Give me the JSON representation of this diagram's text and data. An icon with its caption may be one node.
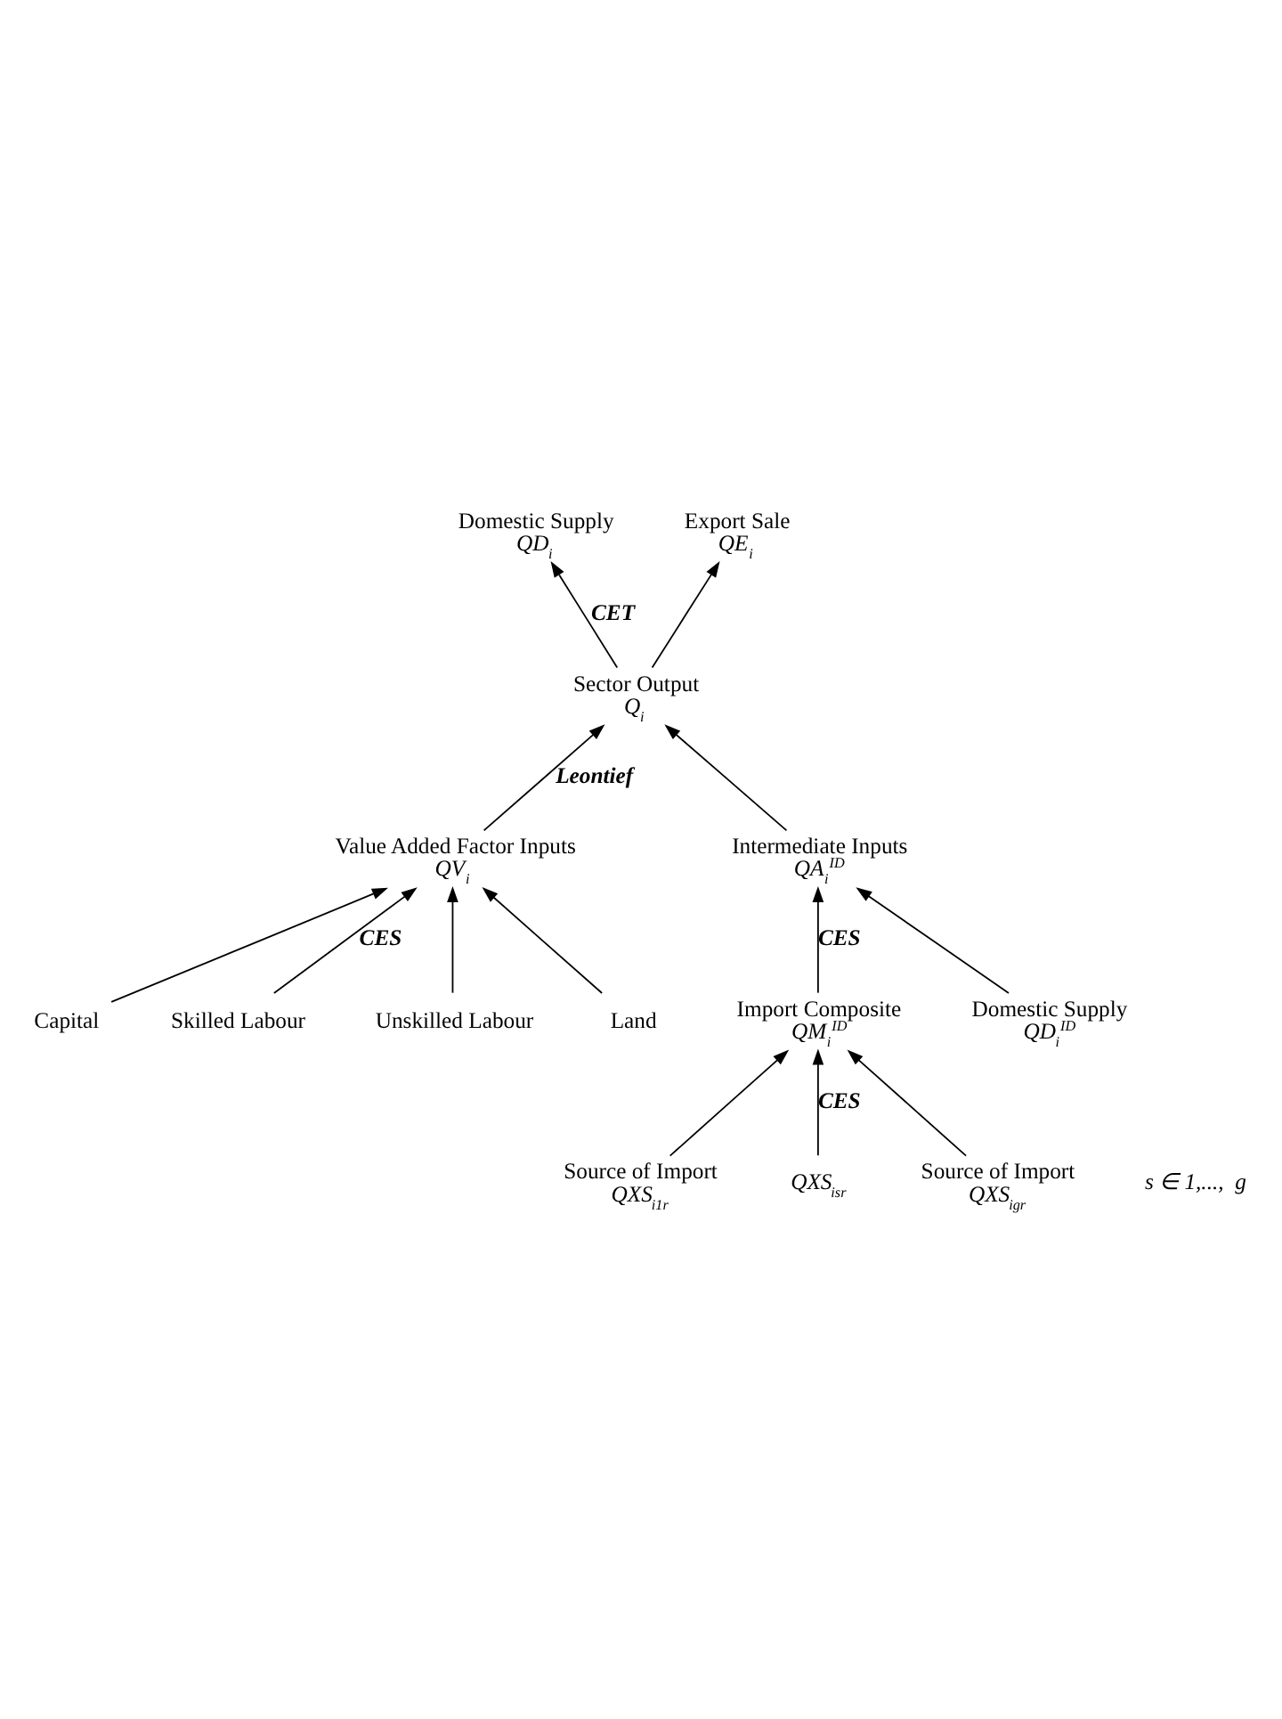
{
  "diagram": {
    "nodes": [
      {
        "text": [
          "Domestic Supply",
          "QD$_{i}$"
        ]
      },
      {
        "text": [
          "Export Sale",
          "QE$_{i}$"
        ]
      },
      {
        "text": [
          "Sector Output",
          "Q$_{i}$"
        ]
      },
      {
        "text": [
          "Value Added Factor Inputs",
          "QV$_{i}$"
        ]
      },
      {
        "text": [
          "Intermediate Inputs",
          "QA$_{i}$$^{ID}$"
        ]
      },
      {
        "text": [
          "Capital"
        ]
      },
      {
        "text": [
          "Skilled Labour"
        ]
      },
      {
        "text": [
          "Unskilled Labour"
        ]
      },
      {
        "text": [
          "Land"
        ]
      },
      {
        "text": [
          "Import Composite",
          "QM$_{i}$$^{ID}$"
        ]
      },
      {
        "text": [
          "Domestic Supply",
          "QD$_{i}$$^{ID}$"
        ]
      },
      {
        "text": [
          "Source of Import",
          "QXS$_{i1r}$"
        ]
      },
      {
        "text": [
          "QXS$_{isr}$"
        ]
      },
      {
        "text": [
          "Source of Import",
          "QXS$_{igr}$"
        ]
      }
    ],
    "edges": [
      {
        "from": 2,
        "to": 0,
        "arrow": "to",
        "label": "CET"
      },
      {
        "from": 2,
        "to": 1,
        "arrow": "to"
      },
      {
        "from": 3,
        "to": 2,
        "arrow": "to",
        "label": "Leontief"
      },
      {
        "from": 4,
        "to": 2,
        "arrow": "to"
      },
      {
        "from": 5,
        "to": 3,
        "arrow": "to"
      },
      {
        "from": 6,
        "to": 3,
        "arrow": "to",
        "label": "CES"
      },
      {
        "from": 7,
        "to": 3,
        "arrow": "to"
      },
      {
        "from": 8,
        "to": 3,
        "arrow": "to"
      },
      {
        "from": 9,
        "to": 4,
        "arrow": "to",
        "label": "CES"
      },
      {
        "from": 10,
        "to": 4,
        "arrow": "to"
      },
      {
        "from": 11,
        "to": 9,
        "arrow": "to"
      },
      {
        "from": 12,
        "to": 9,
        "arrow": "to",
        "label": "CES"
      },
      {
        "from": 13,
        "to": 9,
        "arrow": "to"
      }
    ],
    "labels": [
      "s ∈ 1,...,  g"
    ]
  }
}
